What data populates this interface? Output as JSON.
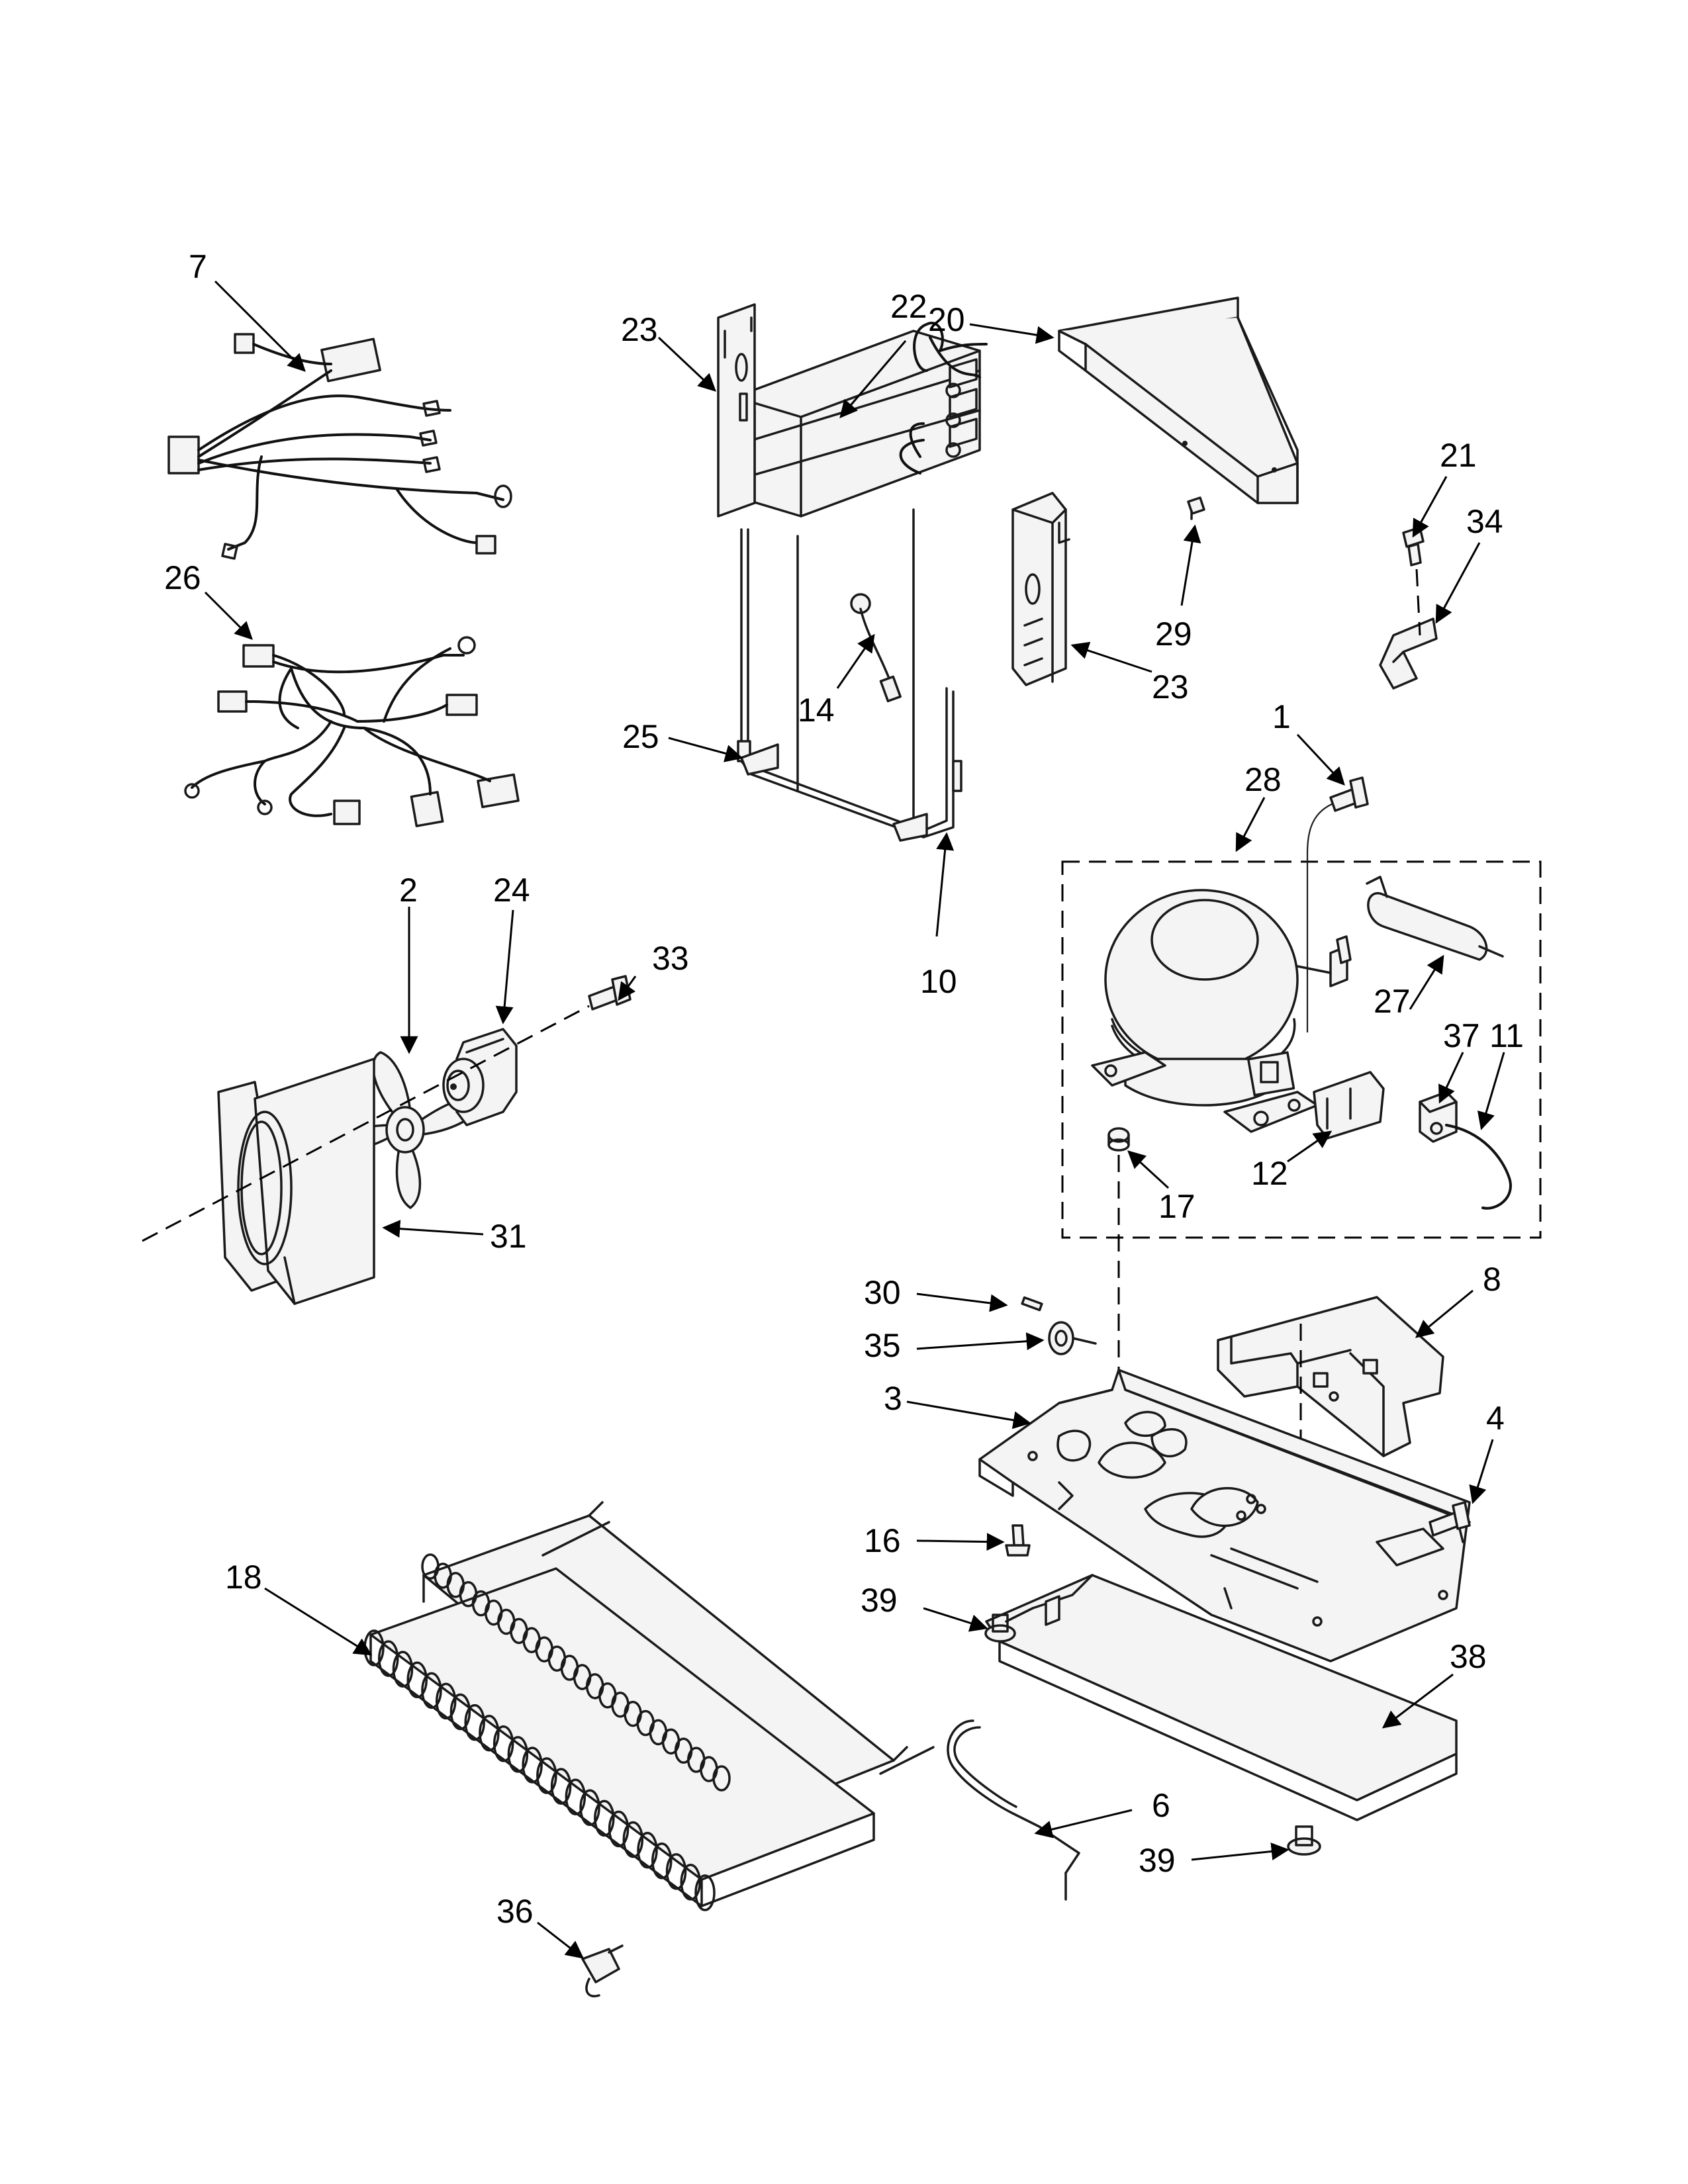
{
  "labels": {
    "p1": "1",
    "p2": "2",
    "p3": "3",
    "p4": "4",
    "p6": "6",
    "p7": "7",
    "p8": "8",
    "p10": "10",
    "p11": "11",
    "p12": "12",
    "p14": "14",
    "p16": "16",
    "p17": "17",
    "p18": "18",
    "p20": "20",
    "p21": "21",
    "p22": "22",
    "p23a": "23",
    "p23b": "23",
    "p24": "24",
    "p25": "25",
    "p26": "26",
    "p27": "27",
    "p28": "28",
    "p29": "29",
    "p30": "30",
    "p31": "31",
    "p33": "33",
    "p34": "34",
    "p35": "35",
    "p36": "36",
    "p37": "37",
    "p38": "38",
    "p39a": "39",
    "p39b": "39"
  },
  "icons": [
    "wiring-harness-icon",
    "evaporator-icon",
    "fan-blade-icon",
    "fan-motor-icon",
    "compressor-icon",
    "dryer-icon",
    "condenser-icon",
    "machine-compartment-icon"
  ]
}
